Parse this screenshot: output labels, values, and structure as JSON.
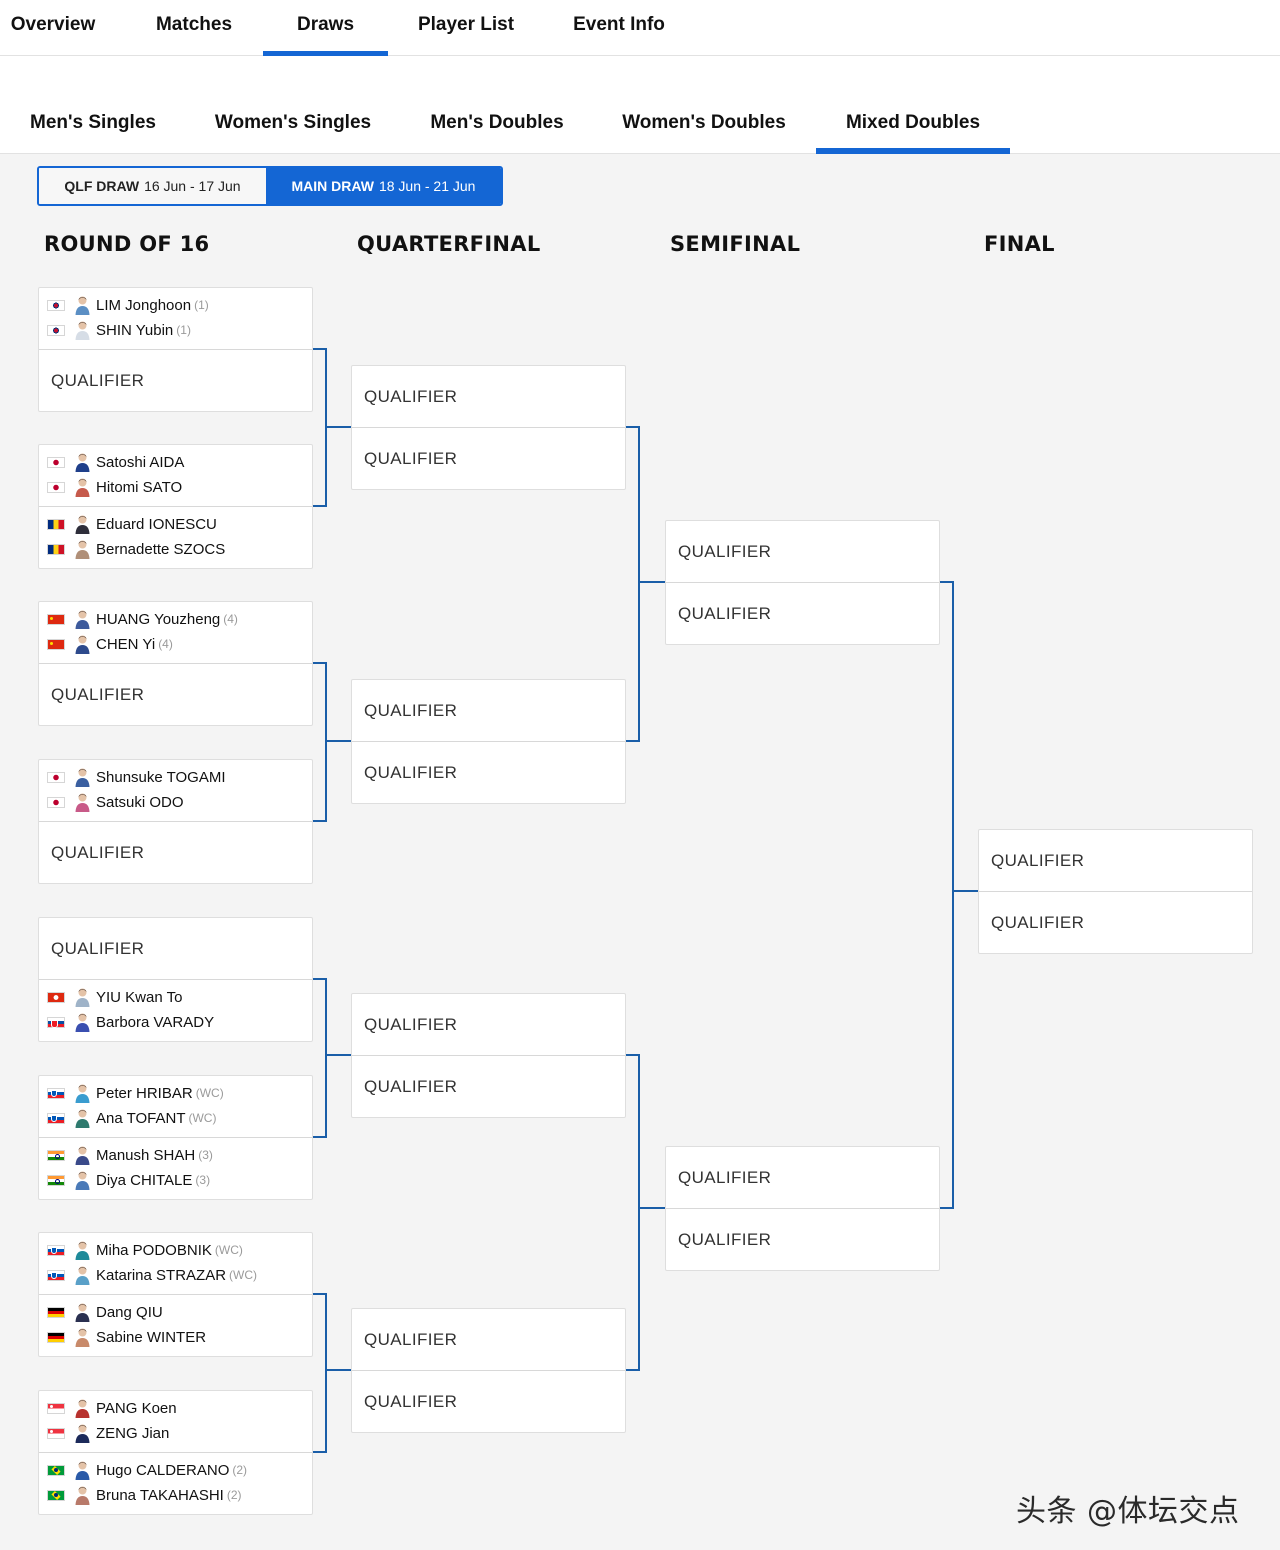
{
  "nav": {
    "tabs": [
      "Overview",
      "Matches",
      "Draws",
      "Player List",
      "Event Info"
    ],
    "active": "Draws"
  },
  "events": {
    "tabs": [
      "Men's Singles",
      "Women's Singles",
      "Men's Doubles",
      "Women's Doubles",
      "Mixed Doubles"
    ],
    "active": "Mixed Doubles"
  },
  "draw_toggle": {
    "qlf": {
      "label": "QLF DRAW",
      "dates": "16 Jun - 17 Jun"
    },
    "main": {
      "label": "MAIN DRAW",
      "dates": "18 Jun - 21 Jun",
      "active": true
    }
  },
  "rounds": [
    "ROUND OF 16",
    "QUARTERFINAL",
    "SEMIFINAL",
    "FINAL"
  ],
  "qualifier_label": "QUALIFIER",
  "colors": {
    "accent": "#1466d4",
    "connector": "#1a5ea8",
    "page_bg": "#f4f4f4",
    "card_bg": "#ffffff"
  },
  "round_of_16": [
    {
      "top": {
        "players": [
          {
            "name": "LIM Jonghoon",
            "seed": "(1)",
            "flag": "KOR",
            "avatar": "#5b8fc4"
          },
          {
            "name": "SHIN Yubin",
            "seed": "(1)",
            "flag": "KOR",
            "avatar": "#d6dde6"
          }
        ]
      },
      "bottom": {
        "qualifier": true
      }
    },
    {
      "top": {
        "players": [
          {
            "name": "Satoshi AIDA",
            "seed": "",
            "flag": "JPN",
            "avatar": "#1f3f8a"
          },
          {
            "name": "Hitomi SATO",
            "seed": "",
            "flag": "JPN",
            "avatar": "#c65a4c"
          }
        ]
      },
      "bottom": {
        "players": [
          {
            "name": "Eduard IONESCU",
            "seed": "",
            "flag": "ROU",
            "avatar": "#2e2e3a"
          },
          {
            "name": "Bernadette SZOCS",
            "seed": "",
            "flag": "ROU",
            "avatar": "#b08f78"
          }
        ]
      }
    },
    {
      "top": {
        "players": [
          {
            "name": "HUANG Youzheng",
            "seed": "(4)",
            "flag": "CHN",
            "avatar": "#3d5a9c"
          },
          {
            "name": "CHEN Yi",
            "seed": "(4)",
            "flag": "CHN",
            "avatar": "#2d4a8c"
          }
        ]
      },
      "bottom": {
        "qualifier": true
      }
    },
    {
      "top": {
        "players": [
          {
            "name": "Shunsuke TOGAMI",
            "seed": "",
            "flag": "JPN",
            "avatar": "#3a5fa0"
          },
          {
            "name": "Satsuki ODO",
            "seed": "",
            "flag": "JPN",
            "avatar": "#c85a88"
          }
        ]
      },
      "bottom": {
        "qualifier": true
      }
    },
    {
      "top": {
        "qualifier": true
      },
      "bottom": {
        "players": [
          {
            "name": "YIU Kwan To",
            "seed": "",
            "flag": "HKG",
            "avatar": "#9fb3c8"
          },
          {
            "name": "Barbora VARADY",
            "seed": "",
            "flag": "SVK",
            "avatar": "#3a4fb0"
          }
        ]
      }
    },
    {
      "top": {
        "players": [
          {
            "name": "Peter HRIBAR",
            "seed": "(WC)",
            "flag": "SLO",
            "avatar": "#3a9ccf"
          },
          {
            "name": "Ana TOFANT",
            "seed": "(WC)",
            "flag": "SLO",
            "avatar": "#2e7a6e"
          }
        ]
      },
      "bottom": {
        "players": [
          {
            "name": "Manush SHAH",
            "seed": "(3)",
            "flag": "IND",
            "avatar": "#3a4a8a"
          },
          {
            "name": "Diya CHITALE",
            "seed": "(3)",
            "flag": "IND",
            "avatar": "#4a7ab8"
          }
        ]
      }
    },
    {
      "top": {
        "players": [
          {
            "name": "Miha PODOBNIK",
            "seed": "(WC)",
            "flag": "SLO",
            "avatar": "#1e8a9a"
          },
          {
            "name": "Katarina STRAZAR",
            "seed": "(WC)",
            "flag": "SLO",
            "avatar": "#5aa0c8"
          }
        ]
      },
      "bottom": {
        "players": [
          {
            "name": "Dang QIU",
            "seed": "",
            "flag": "GER",
            "avatar": "#2a3050"
          },
          {
            "name": "Sabine WINTER",
            "seed": "",
            "flag": "GER",
            "avatar": "#c88a6a"
          }
        ]
      }
    },
    {
      "top": {
        "players": [
          {
            "name": "PANG Koen",
            "seed": "",
            "flag": "SGP",
            "avatar": "#b8322e"
          },
          {
            "name": "ZENG Jian",
            "seed": "",
            "flag": "SGP",
            "avatar": "#1c2a5a"
          }
        ]
      },
      "bottom": {
        "players": [
          {
            "name": "Hugo CALDERANO",
            "seed": "(2)",
            "flag": "BRA",
            "avatar": "#2a5aa8"
          },
          {
            "name": "Bruna TAKAHASHI",
            "seed": "(2)",
            "flag": "BRA",
            "avatar": "#b87a6a"
          }
        ]
      }
    }
  ],
  "quarterfinal_count": 4,
  "semifinal_count": 2,
  "final_count": 1,
  "watermark": "头条 @体坛交点"
}
